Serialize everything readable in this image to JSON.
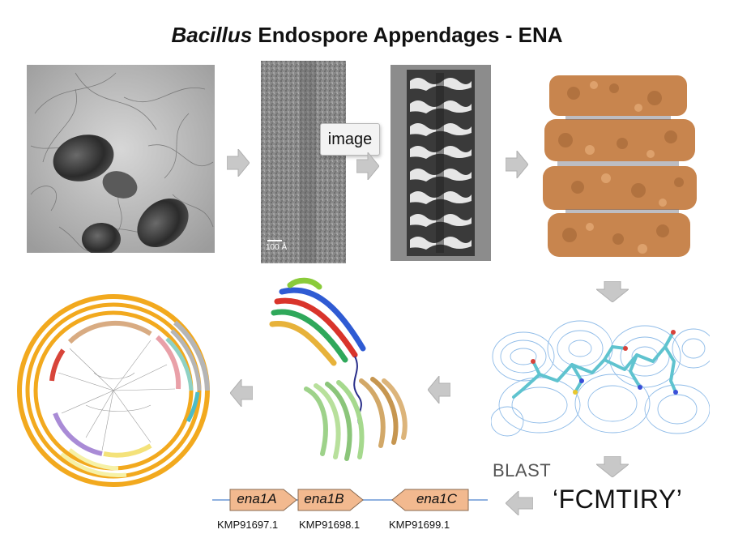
{
  "title": {
    "italic": "Bacillus",
    "rest": " Endospore Appendages - ENA"
  },
  "tooltip": "image",
  "scale_bar": "100 Å",
  "blast_label": "BLAST",
  "peptide": "‘FCMTIRY’",
  "genes": [
    {
      "name": "ena1A",
      "accession": "KMP91697.1"
    },
    {
      "name": "ena1B",
      "accession": "KMP91698.1"
    },
    {
      "name": "ena1C",
      "accession": "KMP91699.1"
    }
  ],
  "colors": {
    "gene_arrow": "#f2b98f",
    "gene_line": "#8fb1e0",
    "density": "#c8854e",
    "mesh": "#6aa6e8",
    "flow_arrow": "#c8c8c8",
    "ring": "#f2a91e"
  }
}
